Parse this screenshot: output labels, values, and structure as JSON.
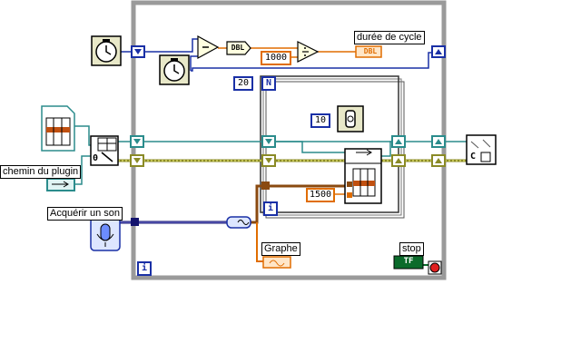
{
  "diagram": {
    "labels": {
      "duree_cycle": "durée de cycle",
      "chemin_plugin": "chemin du plugin",
      "acquerir_son": "Acquérir un son",
      "graphe": "Graphe",
      "stop": "stop"
    },
    "constants": {
      "ms_1000": "1000",
      "count_20": "20",
      "wait_10": "10",
      "timeout_1500": "1500"
    },
    "terminals": {
      "loop_count": "N",
      "outer_iteration": "i",
      "inner_iteration": "i",
      "dbl_convert": "DBL",
      "dbl_indicator": "DBL",
      "stop_bool": "TF",
      "plugin_index": "0",
      "close_ref": "C"
    },
    "colors": {
      "loop_frame": "#9a9a9a",
      "wire_blue": "#1a30a6",
      "wire_orange": "#e06d00",
      "wire_teal": "#2b8c8c",
      "wire_olive": "#8a8a26",
      "wire_brown": "#8a4a10",
      "wire_navy": "#14146e",
      "wire_green": "#0b6b2b"
    }
  }
}
